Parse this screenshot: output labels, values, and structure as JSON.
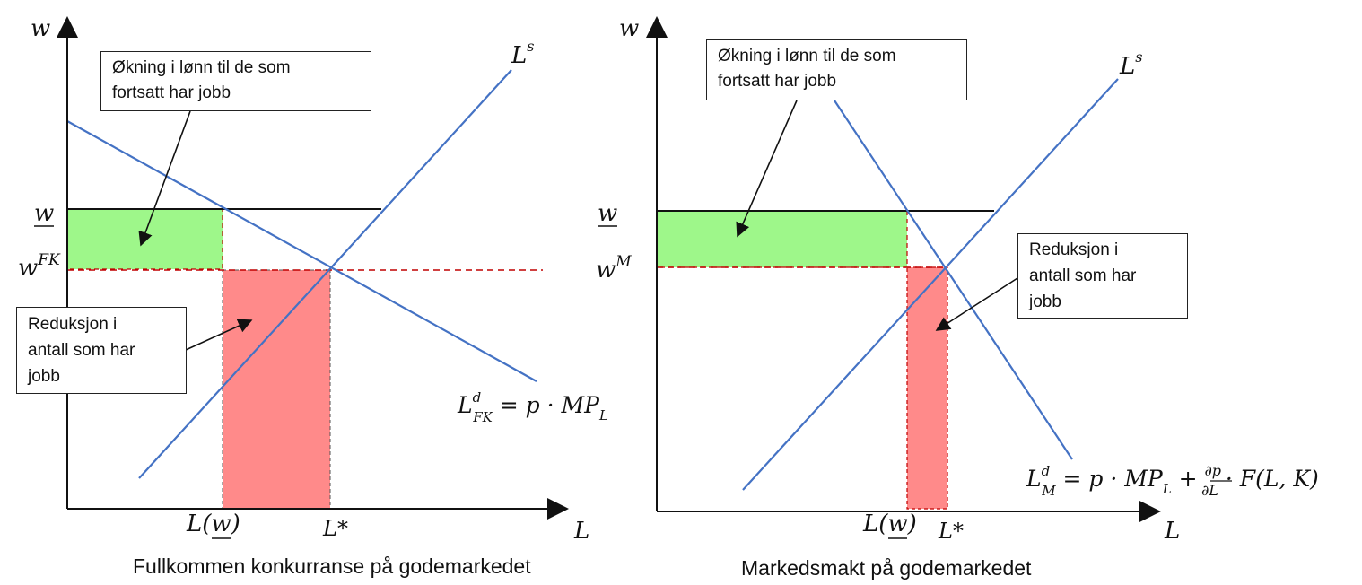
{
  "left": {
    "caption": "Fullkommen konkurranse på godemarkedet",
    "y_axis": "w",
    "x_axis": "L",
    "supply_label": "L",
    "supply_sup": "s",
    "wage_floor_label": "w",
    "wage_eq_label": "w",
    "wage_eq_sup": "FK",
    "lw_label": "L(w)",
    "lstar_label": "L*",
    "demand_formula": "L^d_FK = p · MP_L",
    "box_increase": [
      "Økning i lønn til de som",
      "fortsatt har jobb"
    ],
    "box_reduction": [
      "Reduksjon i",
      "antall som har",
      "jobb"
    ]
  },
  "right": {
    "caption": "Markedsmakt på godemarkedet",
    "y_axis": "w",
    "x_axis": "L",
    "supply_label": "L",
    "supply_sup": "s",
    "wage_floor_label": "w",
    "wage_eq_label": "w",
    "wage_eq_sup": "M",
    "lw_label": "L(w)",
    "lstar_label": "L*",
    "demand_formula": "L^d_M = p · MP_L + (∂p/∂L) · F(L,K)",
    "box_increase": [
      "Økning i lønn til de som",
      "fortsatt har jobb"
    ],
    "box_reduction": [
      "Reduksjon i",
      "antall som har",
      "jobb"
    ]
  },
  "colors": {
    "curve": "#4472c4",
    "green_fill": "#9ef78a",
    "red_fill": "#ff8a8a",
    "dashed": "#c00000"
  }
}
